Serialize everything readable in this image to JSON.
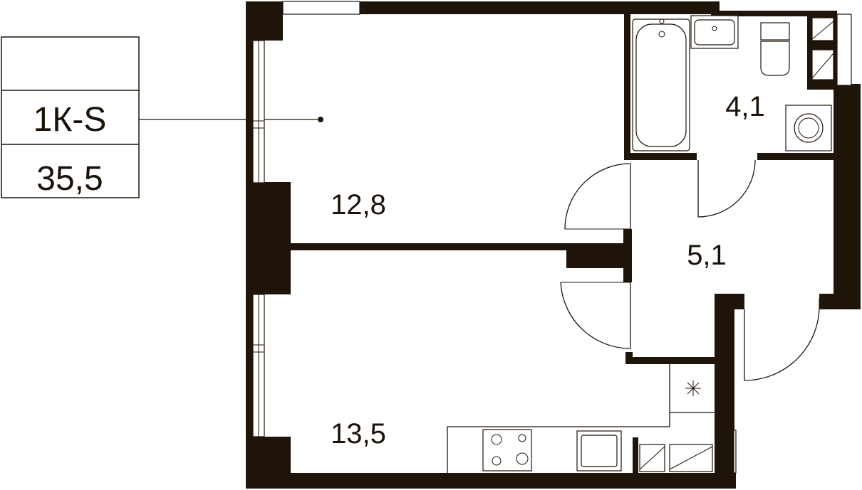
{
  "info_box": {
    "row1": "",
    "type": "1К-S",
    "total_area": "35,5"
  },
  "rooms": {
    "room_upper": "12,8",
    "room_lower": "13,5",
    "bathroom": "4,1",
    "hallway": "5,1"
  },
  "colors": {
    "wall": "#1f1409",
    "text": "#1a1208",
    "background": "#ffffff"
  }
}
